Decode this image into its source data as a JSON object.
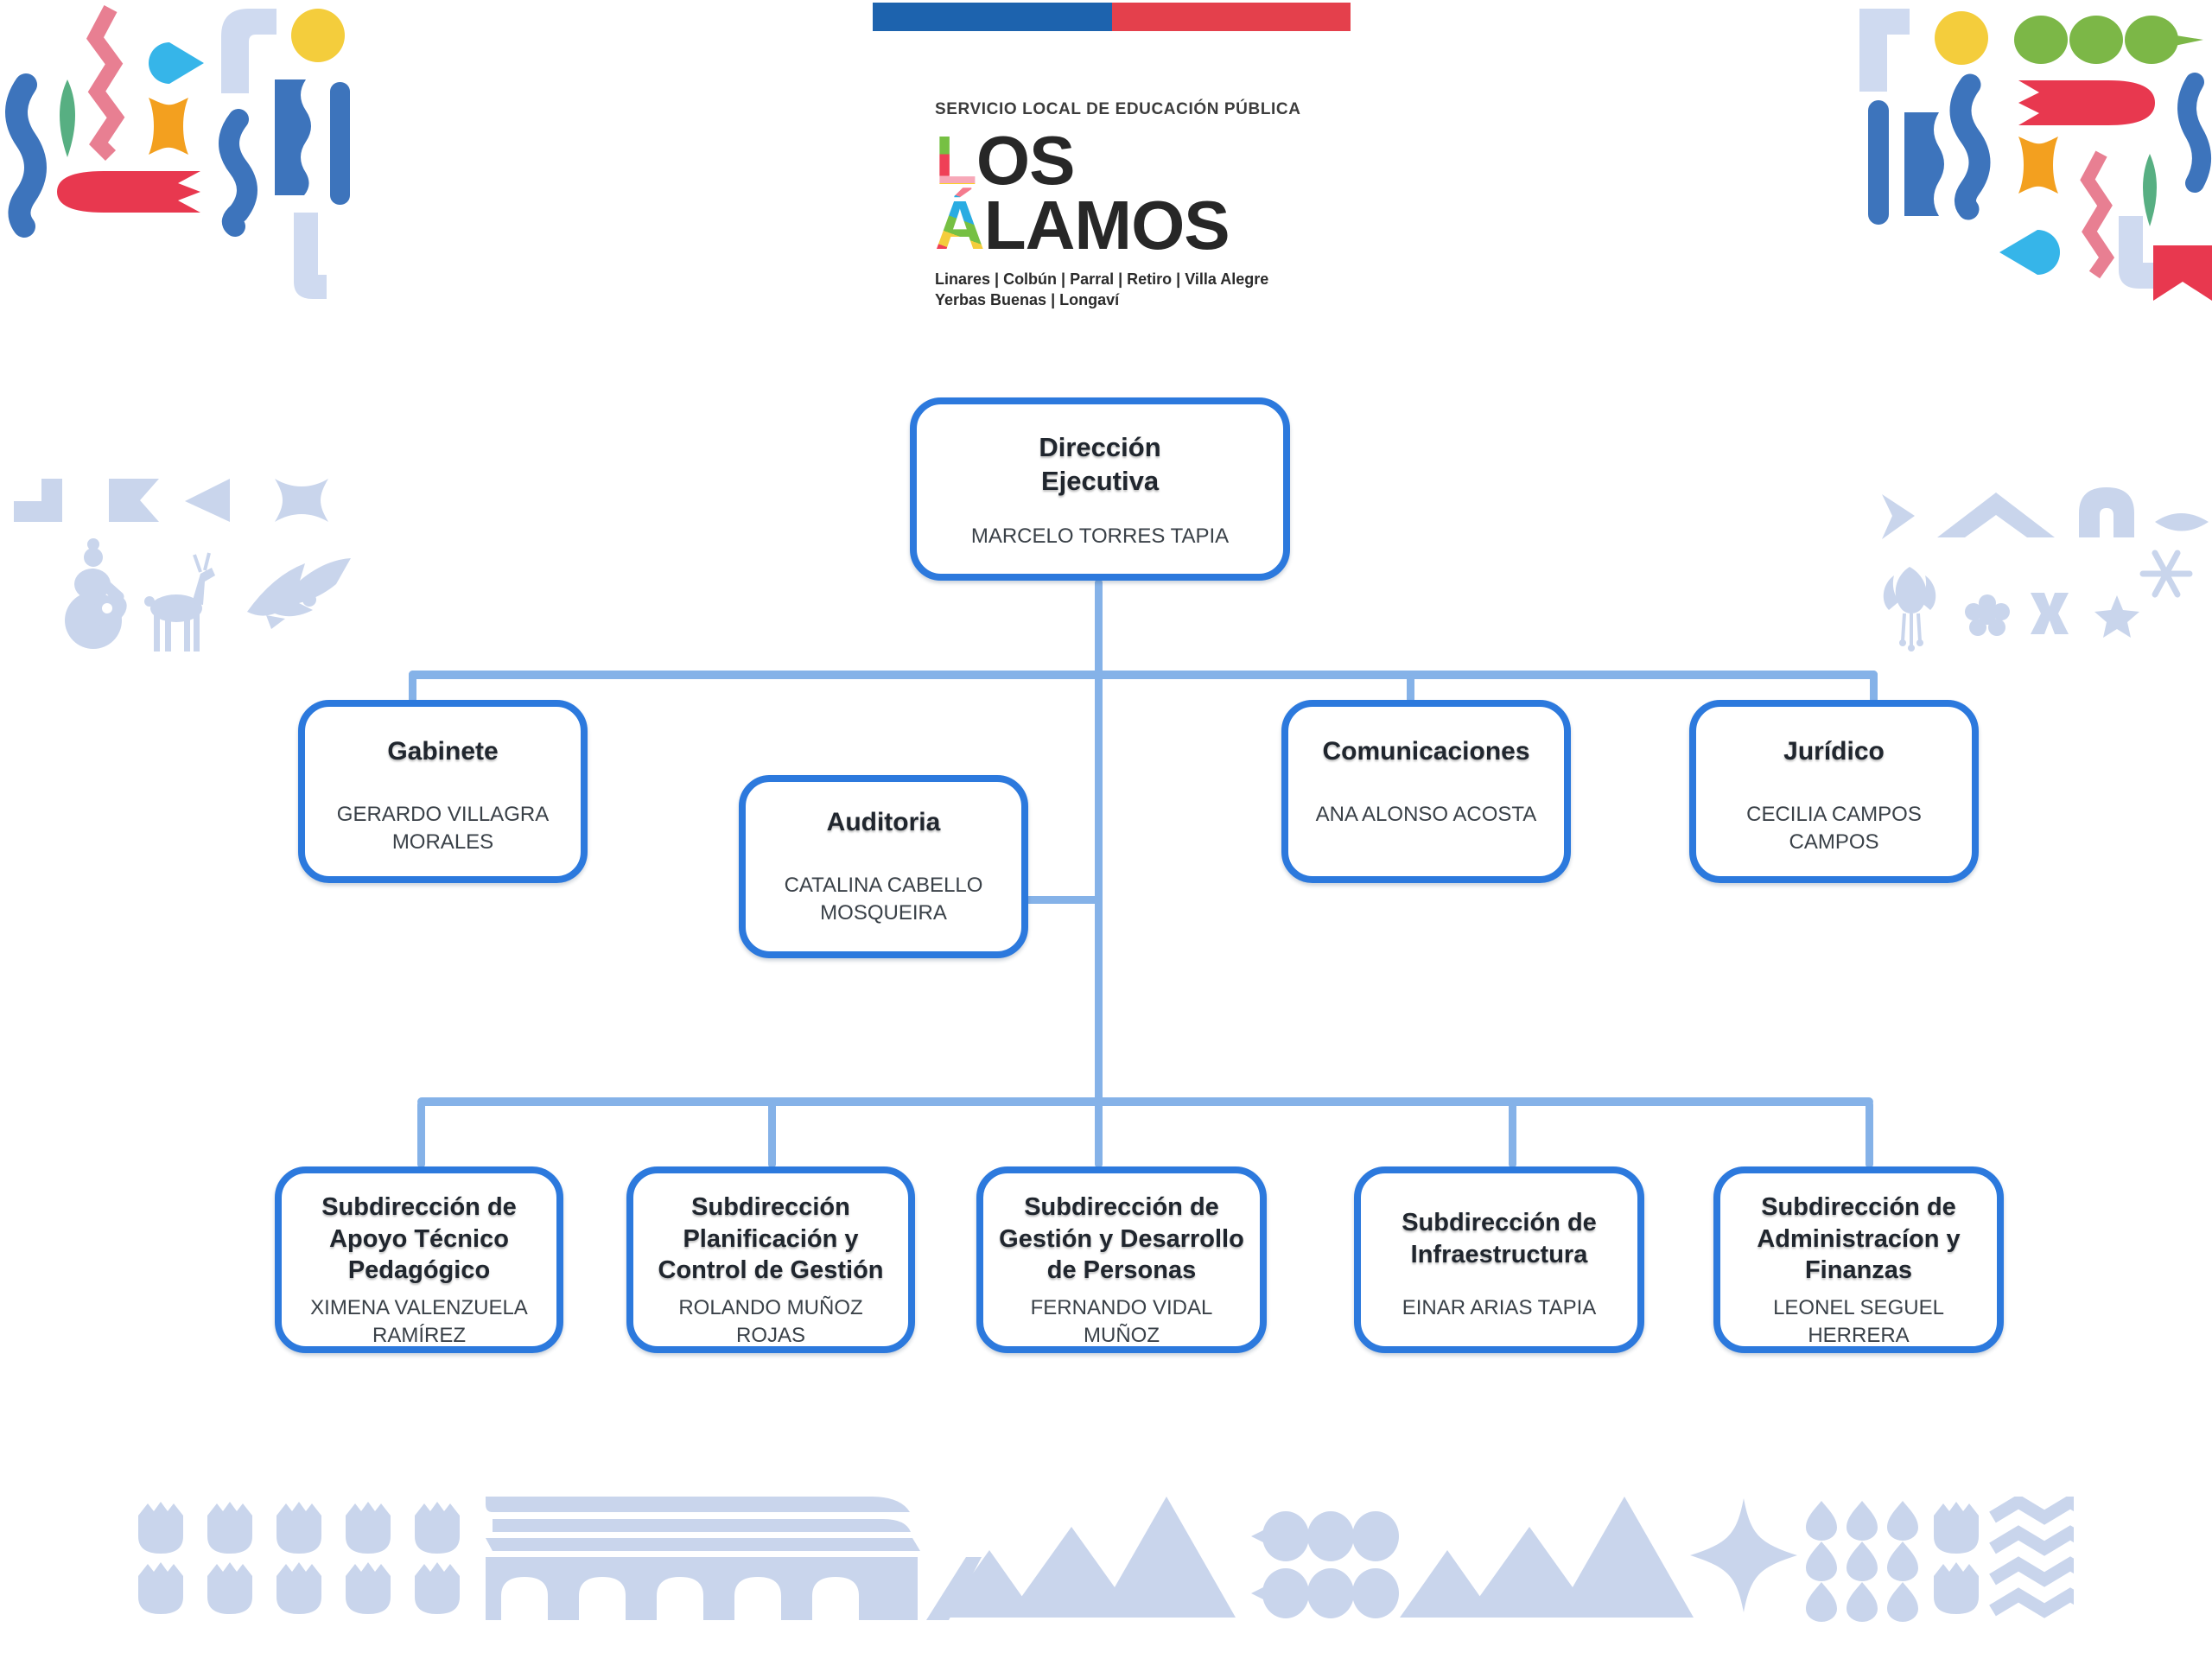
{
  "header": {
    "flag_bar": {
      "blue": "#1d63ae",
      "red": "#e4404c"
    },
    "service_label": "SERVICIO LOCAL DE EDUCACIÓN PÚBLICA",
    "brand": {
      "line1_accent": "L",
      "line1_rest": "OS",
      "line2_accent": "Á",
      "line2_rest": "LAMOS"
    },
    "communes_line1": "Linares | Colbún | Parral | Retiro | Villa Alegre",
    "communes_line2": "Yerbas Buenas | Longaví"
  },
  "org_chart": {
    "root": {
      "title": "Dirección Ejecutiva",
      "name": "MARCELO TORRES TAPIA"
    },
    "level2": [
      {
        "title": "Gabinete",
        "name": "GERARDO VILLAGRA MORALES"
      },
      {
        "title": "Auditoria",
        "name": "CATALINA CABELLO MOSQUEIRA"
      },
      {
        "title": "Comunicaciones",
        "name": "ANA ALONSO ACOSTA"
      },
      {
        "title": "Jurídico",
        "name": "CECILIA CAMPOS CAMPOS"
      }
    ],
    "level3": [
      {
        "title": "Subdirección de Apoyo Técnico Pedagógico",
        "name": "XIMENA VALENZUELA RAMÍREZ"
      },
      {
        "title": "Subdirección Planificación y Control de Gestión",
        "name": "ROLANDO MUÑOZ ROJAS"
      },
      {
        "title": "Subdirección de Gestión y Desarrollo de Personas",
        "name": "FERNANDO VIDAL MUÑOZ"
      },
      {
        "title": "Subdirección de Infraestructura",
        "name": "EINAR ARIAS TAPIA"
      },
      {
        "title": "Subdirección de Administracíon y Finanzas",
        "name": "LEONEL SEGUEL HERRERA"
      }
    ]
  },
  "colors": {
    "box_border": "#2c79dd",
    "connector": "#85b2e8",
    "title_text": "#20262e",
    "name_text": "#3a4148",
    "decor_faded": "#c9d5ec",
    "decor_blue": "#3d74bc",
    "decor_green": "#57af82",
    "decor_lime": "#7cb747",
    "decor_pink": "#e87f92",
    "decor_red": "#e8384f",
    "decor_cyan": "#36b5e9",
    "decor_orange": "#f3a01f",
    "decor_yellow": "#f4cd3c",
    "decor_pale": "#cfdaf0"
  }
}
